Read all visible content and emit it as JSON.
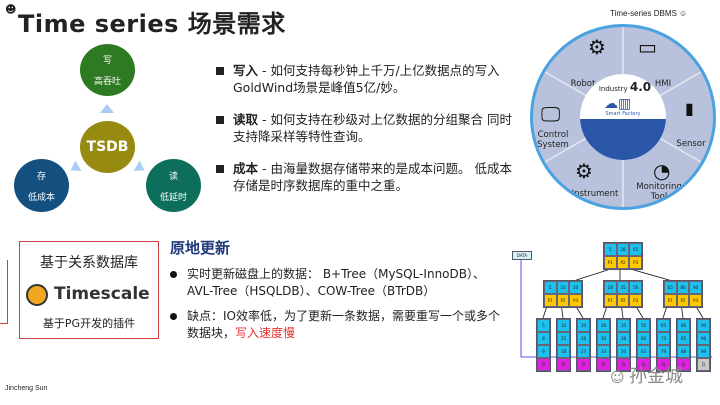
{
  "title": "Time series 场景需求",
  "corner_label": "Time-series DBMS ☺",
  "smiley": "☻",
  "cycle": {
    "center": "TSDB",
    "write": {
      "label": "写",
      "sub": "高吞吐"
    },
    "store": {
      "label": "存",
      "sub": "低成本"
    },
    "read": {
      "label": "读",
      "sub": "低延时"
    }
  },
  "bullets": [
    {
      "key": "写入",
      "text": " - 如何支持每秒钟上千万/上亿数据点的写入 GoldWind场景是峰值5亿/妙。"
    },
    {
      "key": "读取",
      "text": " - 如何支持在秒级对上亿数据的分组聚合 同时支持降采样等特性查询。"
    },
    {
      "key": "成本",
      "text": " - 由海量数据存储带来的是成本问题。 低成本存储是时序数据库的重中之重。"
    }
  ],
  "wheel": {
    "center_title": "Industry",
    "center_version": "4.0",
    "center_sub": "Smart Factory",
    "segments": [
      "Robot",
      "HMI",
      "Sensor",
      "Monitoring Tool",
      "Instrument",
      "Control System"
    ]
  },
  "box": {
    "title": "基于关系数据库",
    "logo": "Timescale",
    "caption": "基于PG开发的插件"
  },
  "section": {
    "title": "原地更新",
    "points": [
      {
        "text": "实时更新磁盘上的数据： B+Tree（MySQL-InnoDB）、AVL-Tree（HSQLDB）、COW-Tree（BTrDB）"
      },
      {
        "text": "缺点：IO效率低，为了更新一条数据，需要重写一个或多个数据块，",
        "highlight": "写入速度慢"
      }
    ]
  },
  "tree": {
    "data_label": "DATA",
    "root": {
      "keys": [
        "5",
        "28",
        "65"
      ],
      "ptrs": [
        "P1",
        "P2",
        "P3"
      ]
    },
    "level2": [
      {
        "keys": [
          "5",
          "10",
          "20"
        ],
        "ptrs": [
          "P1",
          "P2",
          "P3"
        ]
      },
      {
        "keys": [
          "28",
          "35",
          "56"
        ],
        "ptrs": [
          "P1",
          "P2",
          "P3"
        ]
      },
      {
        "keys": [
          "65",
          "80",
          "90"
        ],
        "ptrs": [
          "P1",
          "P2",
          "P3"
        ]
      }
    ],
    "leaves": [
      [
        "5",
        "8",
        "9"
      ],
      [
        "10",
        "15",
        "18"
      ],
      [
        "20",
        "26",
        "27"
      ],
      [
        "28",
        "30",
        "33"
      ],
      [
        "35",
        "38",
        "50"
      ],
      [
        "56",
        "60",
        "63"
      ],
      [
        "65",
        "73",
        "79"
      ],
      [
        "80",
        "85",
        "88"
      ],
      [
        "90",
        "96",
        "99"
      ]
    ],
    "leaf_ptr": "Q"
  },
  "colors": {
    "key": "#1ec0f0",
    "ptr": "#ffc800",
    "leafptr": "#e020e0",
    "last": "#c8c8c8",
    "accent": "#e53030"
  },
  "author": "Jincheng Sun",
  "watermark": "孙金城"
}
